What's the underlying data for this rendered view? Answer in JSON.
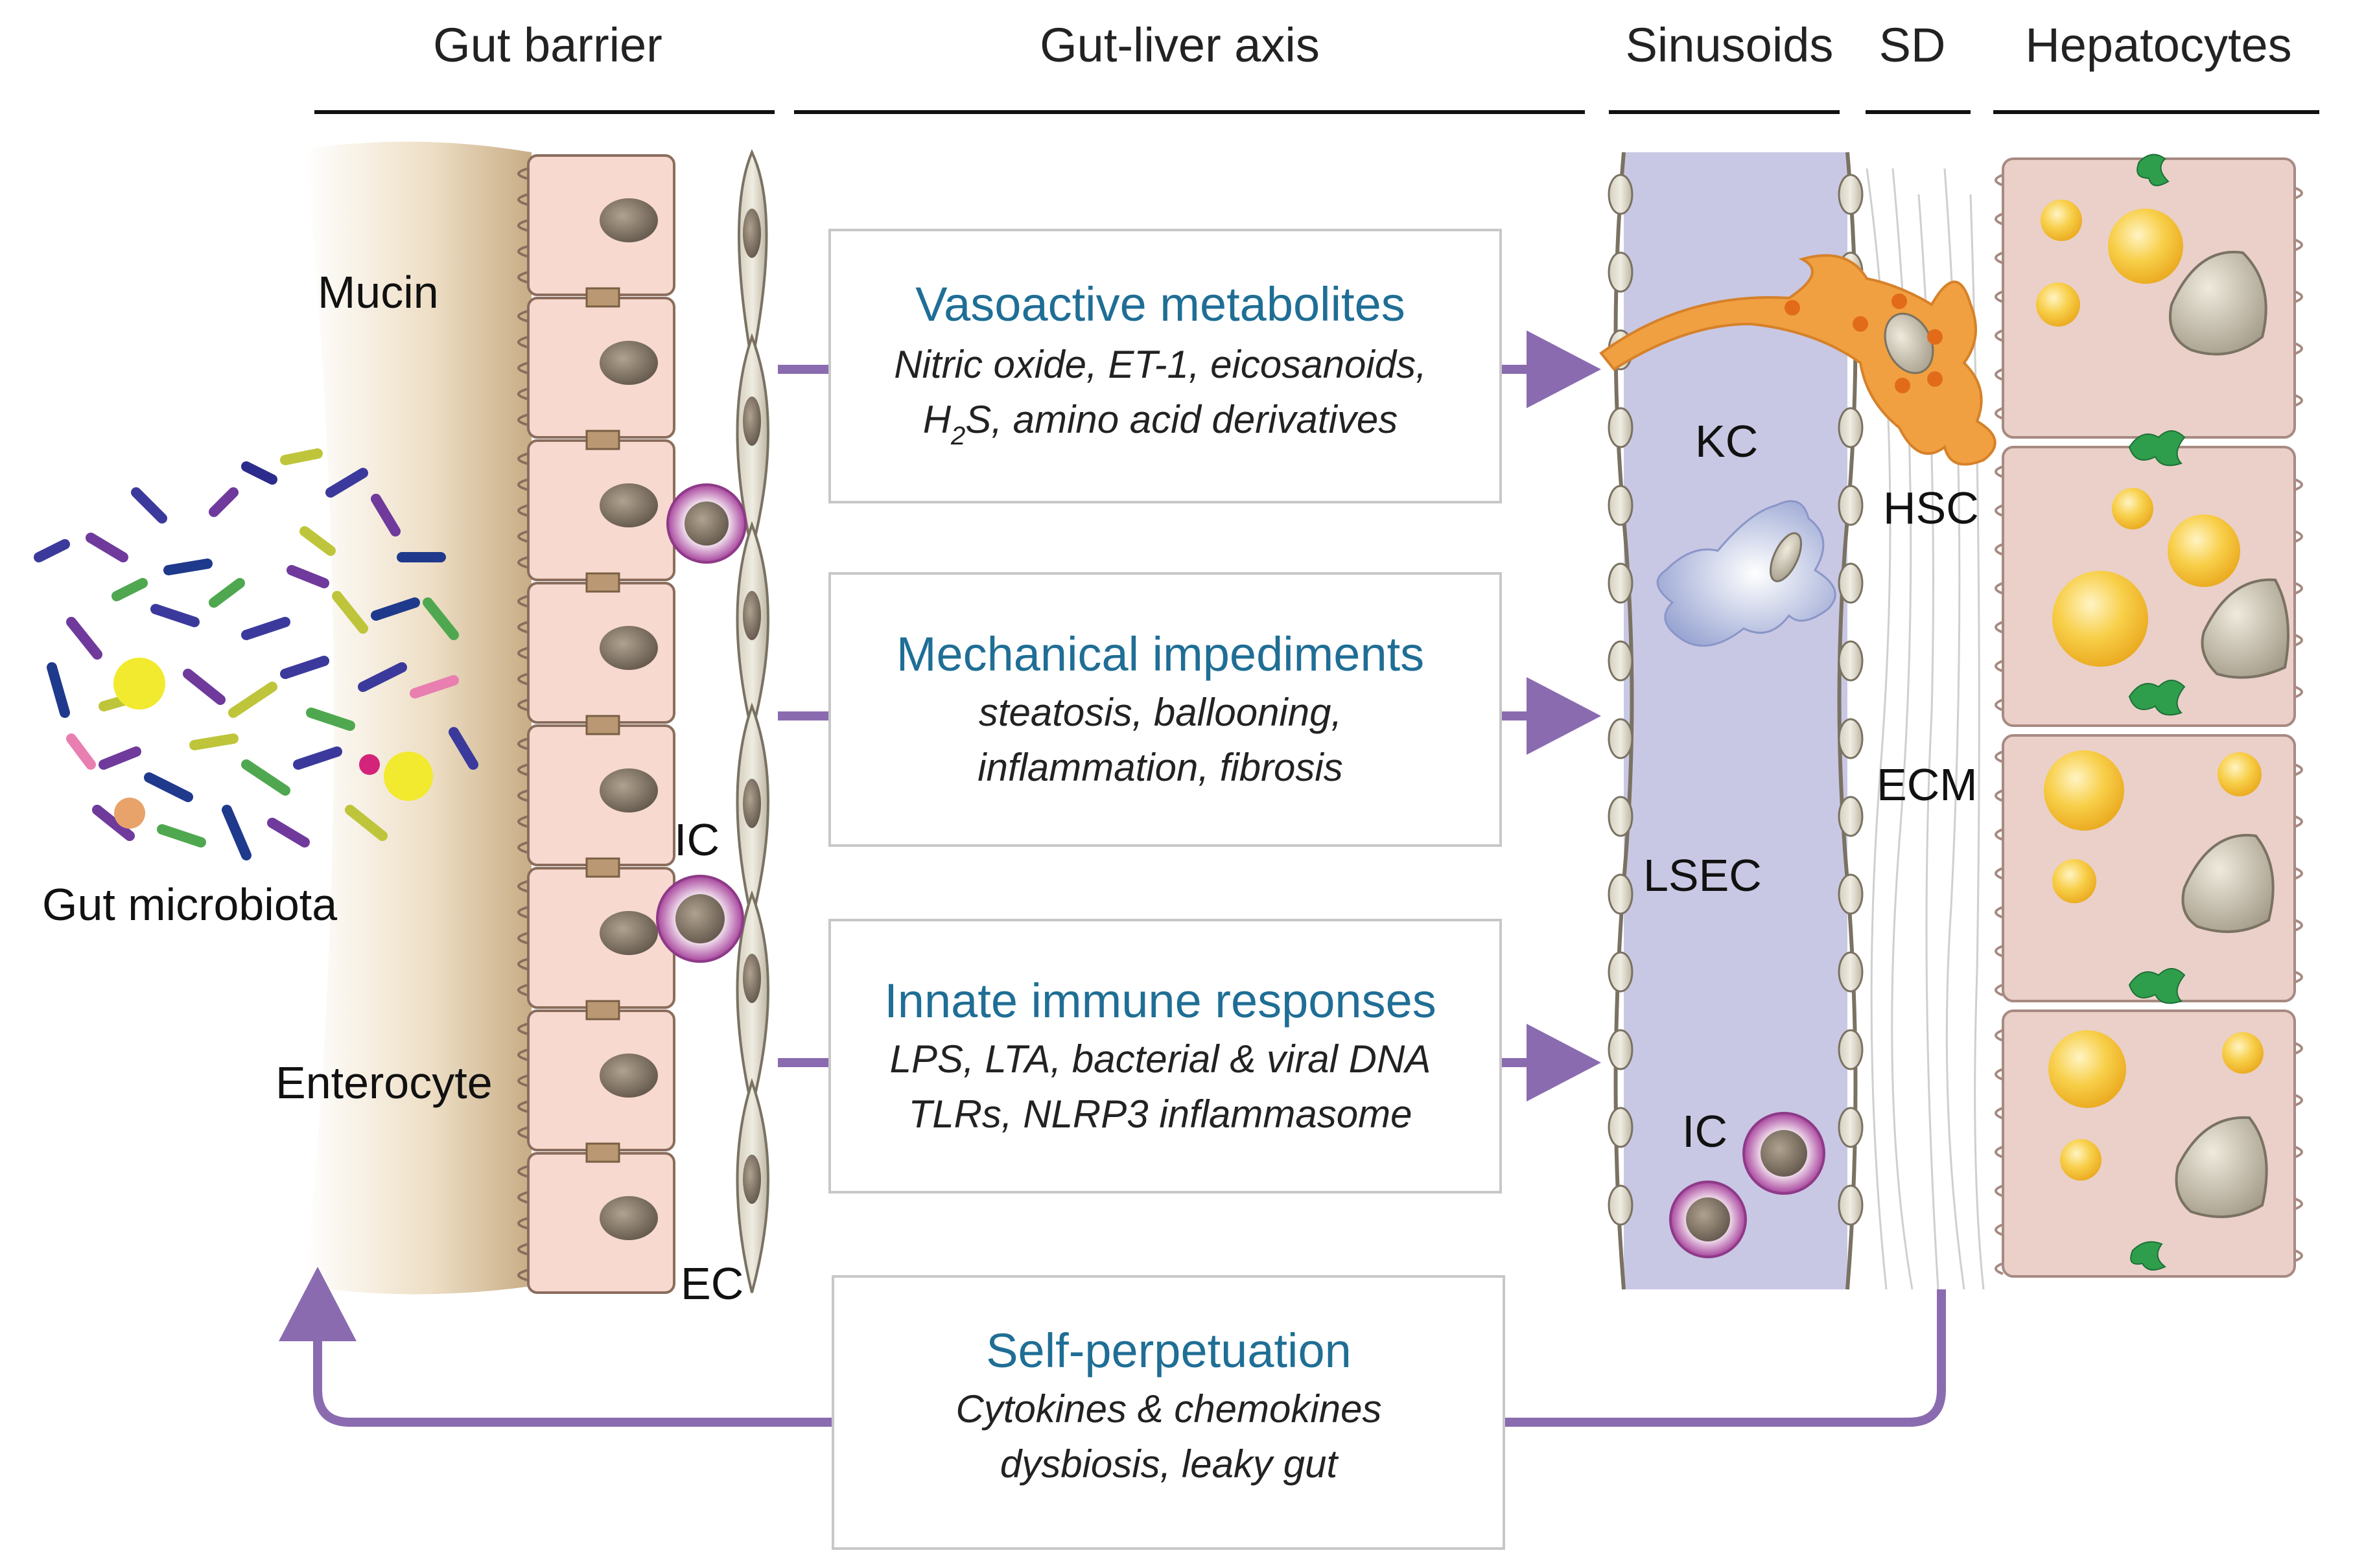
{
  "headers": {
    "gut_barrier": "Gut barrier",
    "gut_liver_axis": "Gut-liver axis",
    "sinusoids": "Sinusoids",
    "sd": "SD",
    "hepatocytes": "Hepatocytes"
  },
  "labels": {
    "mucin": "Mucin",
    "gut_microbiota": "Gut microbiota",
    "enterocyte": "Enterocyte",
    "ic_gut": "IC",
    "ec": "EC",
    "kc": "KC",
    "lsec": "LSEC",
    "ic_sinusoid": "IC",
    "hsc": "HSC",
    "ecm": "ECM"
  },
  "boxes": {
    "vasoactive": {
      "title": "Vasoactive metabolites",
      "line1": "Nitric oxide, ET-1, eicosanoids,",
      "line2_h": "H",
      "line2_sub": "2",
      "line2_rest": "S, amino acid derivatives"
    },
    "mechanical": {
      "title": "Mechanical impediments",
      "line1": "steatosis, ballooning,",
      "line2": "inflammation, fibrosis"
    },
    "innate": {
      "title": "Innate immune responses",
      "line1": "LPS, LTA, bacterial & viral DNA",
      "line2": "TLRs, NLRP3 inflammasome"
    },
    "self": {
      "title": "Self-perpetuation",
      "line1": "Cytokines & chemokines",
      "line2": "dysbiosis, leaky gut"
    }
  },
  "colors": {
    "arrow": "#8a6bb0",
    "box_title": "#1f6e95",
    "sinusoid": "#c9c8e4",
    "enterocyte": "#f7d9d0",
    "hepatocyte": "#ead0c9",
    "hsc": "#f0a040",
    "kupffer": "#a9b3d9",
    "immune_cell": "#b25aa8",
    "lipid": "#f8c431",
    "bile_canaliculi": "#2f9e4c"
  }
}
